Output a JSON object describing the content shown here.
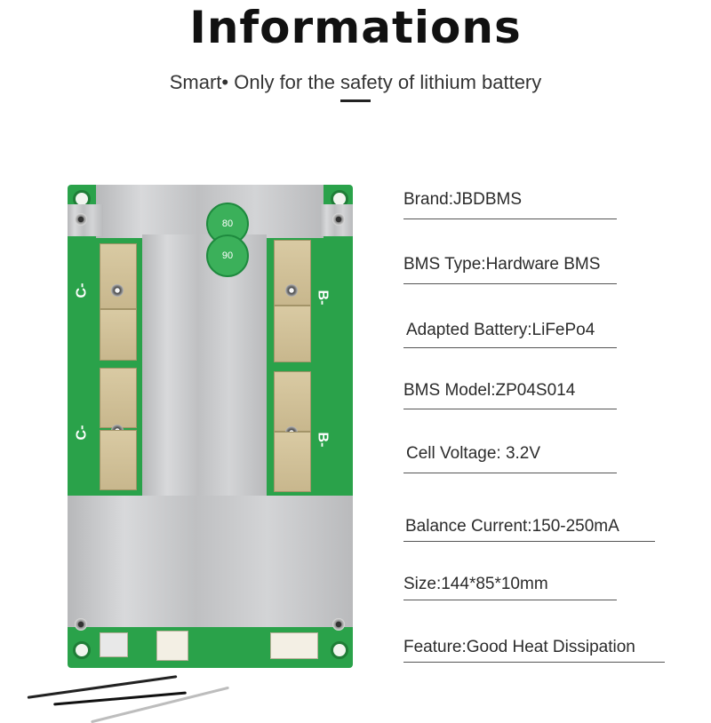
{
  "header": {
    "title": "Informations",
    "subtitle": "Smart• Only for the safety of lithium battery"
  },
  "board": {
    "labels": {
      "c_minus_top": "C-",
      "c_minus_bottom": "C-",
      "b_minus_top": "B-",
      "b_minus_bottom": "B-"
    },
    "qc_stamp_1": "80",
    "qc_stamp_2": "90"
  },
  "specs": [
    {
      "text": "Brand:JBDBMS"
    },
    {
      "text": "BMS Type:Hardware BMS"
    },
    {
      "text": "Adapted Battery:LiFePo4"
    },
    {
      "text": "BMS Model:ZP04S014"
    },
    {
      "text": "Cell Voltage: 3.2V"
    },
    {
      "text": "Balance Current:150-250mA"
    },
    {
      "text": "Size:144*85*10mm"
    },
    {
      "text": "Feature:Good Heat Dissipation"
    }
  ],
  "colors": {
    "pcb": "#2aa24a",
    "heatsink": "#c9cacc",
    "pad": "#cfbf95"
  }
}
